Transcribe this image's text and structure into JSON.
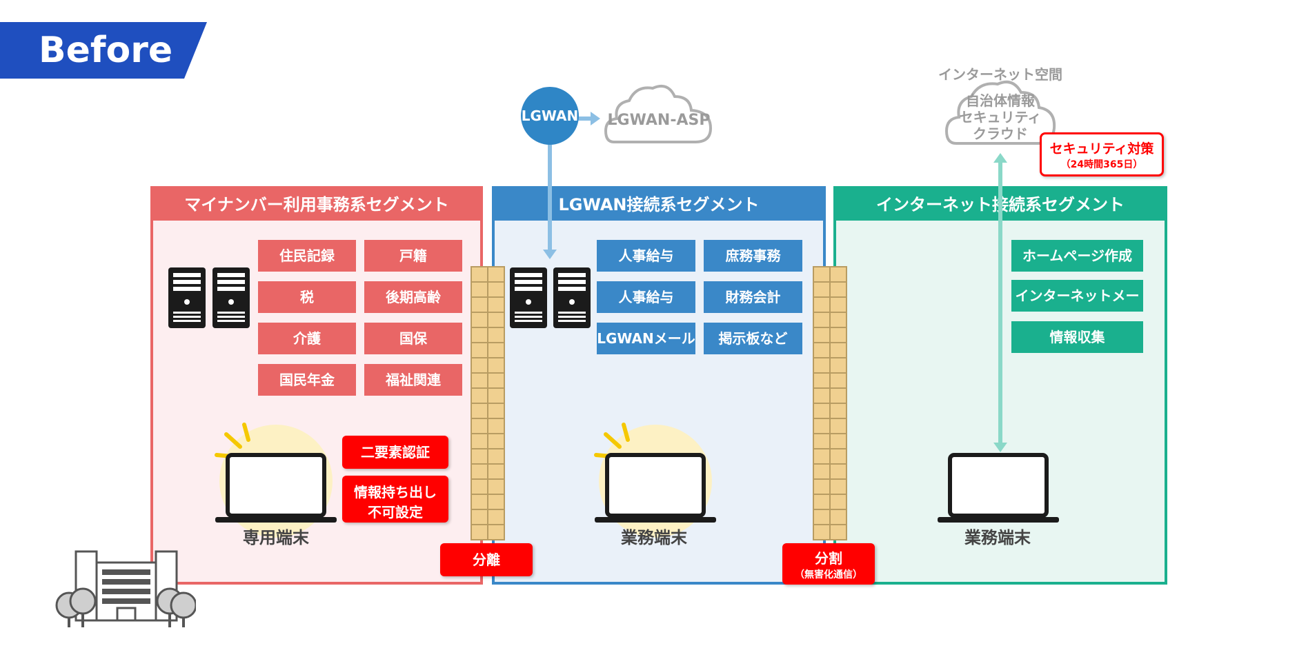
{
  "header": {
    "title": "Before"
  },
  "top": {
    "lgwan_node": "LGWAN",
    "lgwan_asp": "LGWAN-ASP",
    "internet_space": "インターネット空間",
    "cloud_lines": [
      "自治体情報",
      "セキュリティ",
      "クラウド"
    ],
    "security": {
      "title": "セキュリティ対策",
      "sub": "（24時間365日）"
    }
  },
  "segments": {
    "mynumber": {
      "title": "マイナンバー利用事務系セグメント",
      "tiles": [
        "住民記録",
        "戸籍",
        "税",
        "後期高齢",
        "介護",
        "国保",
        "国民年金",
        "福祉関連"
      ],
      "terminal": "専用端末",
      "auth": "二要素認証",
      "info_lines": [
        "情報持ち出し",
        "不可設定"
      ]
    },
    "lgwan": {
      "title": "LGWAN接続系セグメント",
      "tiles": [
        "人事給与",
        "庶務事務",
        "人事給与",
        "財務会計",
        "LGWANメール",
        "掲示板など"
      ],
      "terminal": "業務端末"
    },
    "internet": {
      "title": "インターネット接続系セグメント",
      "tiles": [
        "ホームページ作成",
        "インターネットメール",
        "情報収集"
      ],
      "terminal": "業務端末"
    }
  },
  "separators": {
    "separation": "分離",
    "division": "分割",
    "division_sub": "（無害化通信）"
  },
  "colors": {
    "banner": "#1f4fbf",
    "mynumber": "#e96666",
    "lgwan": "#3a88c8",
    "internet": "#1ab08e",
    "alert": "#ff0000",
    "wall": "#f0d090"
  },
  "icons": [
    "server-icon",
    "laptop-icon",
    "cloud-icon",
    "firewall-icon",
    "building-icon"
  ]
}
